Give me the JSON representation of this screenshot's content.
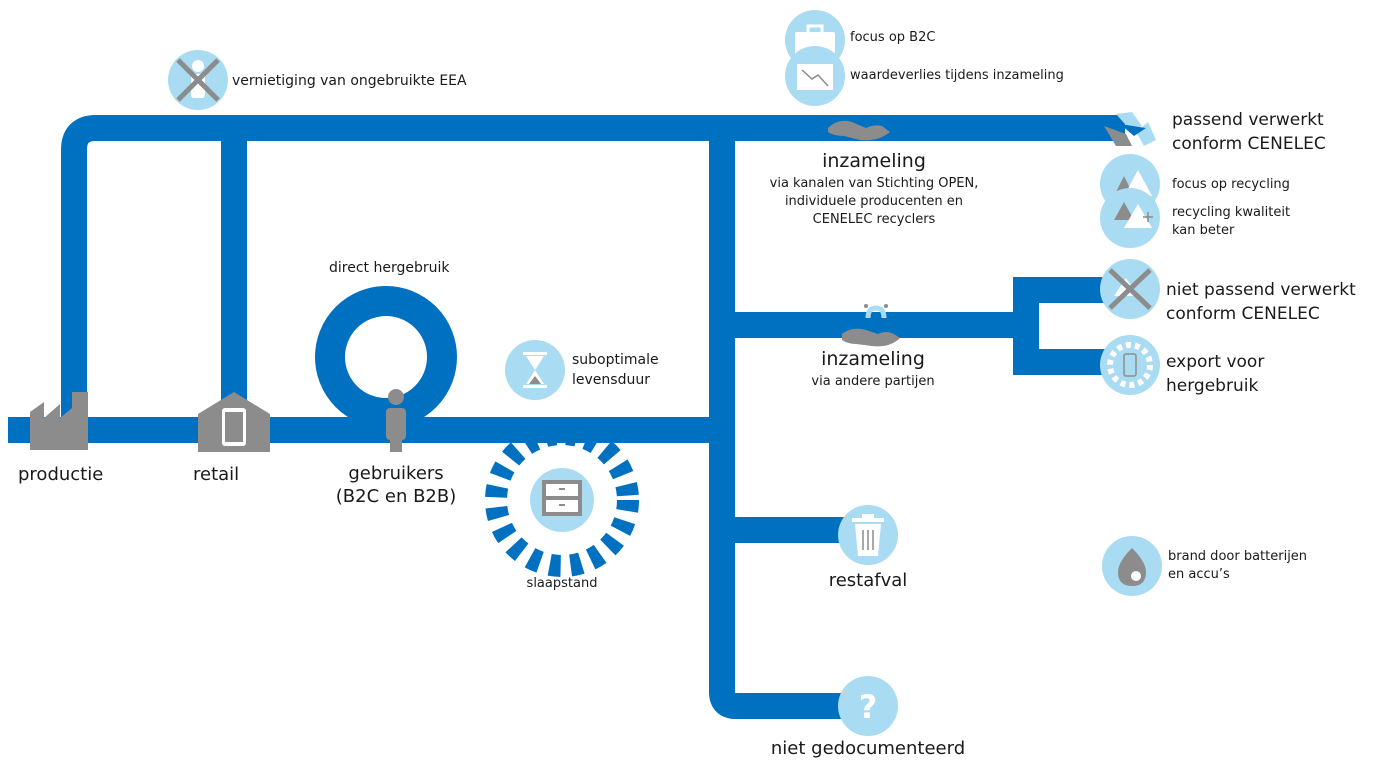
{
  "nodes": {
    "productie": "productie",
    "retail": "retail",
    "gebruikers": "gebruikers",
    "gebruikers_sub": "(B2C en B2B)",
    "direct_hergebruik": "direct hergebruik",
    "slaapstand": "slaapstand",
    "suboptimale": "suboptimale",
    "levensduur": "levensduur",
    "vernietiging": "vernietiging van ongebruikte EEA",
    "focus_b2c": "focus op B2C",
    "waardeverlies": "waardeverlies tijdens inzameling",
    "inzameling1_title": "inzameling",
    "inzameling1_line1": "via kanalen van Stichting OPEN,",
    "inzameling1_line2": "individuele producenten en",
    "inzameling1_line3": "CENELEC recyclers",
    "inzameling2_title": "inzameling",
    "inzameling2_sub": "via andere partijen",
    "passend_line1": "passend verwerkt",
    "passend_line2": "conform CENELEC",
    "focus_recycling": "focus op recycling",
    "recycling_kwaliteit_line1": "recycling kwaliteit",
    "recycling_kwaliteit_line2": "kan beter",
    "niet_passend_line1": "niet passend verwerkt",
    "niet_passend_line2": "conform CENELEC",
    "export_line1": "export voor",
    "export_line2": "hergebruik",
    "restafval": "restafval",
    "niet_gedocumenteerd": "niet gedocumenteerd",
    "brand_line1": "brand door batterijen",
    "brand_line2": "en accu’s"
  },
  "colors": {
    "pipe": "#0070c0",
    "icon_bg": "#a9dbf3",
    "icon_fg": "#ffffff",
    "gray": "#8c8c8c"
  },
  "icons": [
    "factory-icon",
    "shop-icon",
    "person-icon",
    "cross-person-icon",
    "briefcase-icon",
    "value-loss-icon",
    "hand-icon",
    "hand-magnet-icon",
    "recycle-icon",
    "triangle-icon",
    "triangle-plus-icon",
    "cross-recycle-icon",
    "gear-phone-icon",
    "trash-icon",
    "question-icon",
    "flame-icon",
    "hourglass-icon",
    "cabinet-icon"
  ]
}
